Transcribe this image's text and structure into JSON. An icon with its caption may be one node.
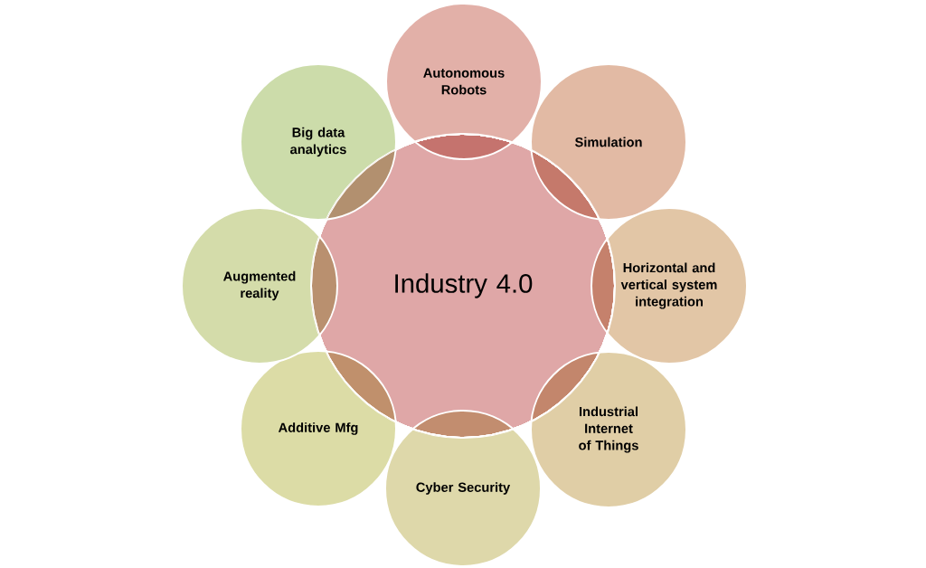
{
  "diagram": {
    "nodes": [
      {
        "text": [
          "Industry 4.0"
        ]
      },
      {
        "text": [
          "Autonomous Robots"
        ]
      },
      {
        "text": [
          "Simulation"
        ]
      },
      {
        "text": [
          "Horizontal and vertical system integration"
        ]
      },
      {
        "text": [
          "Industrial Internet of Things"
        ]
      },
      {
        "text": [
          "Cyber Security"
        ]
      },
      {
        "text": [
          "Additive Mfg"
        ]
      },
      {
        "text": [
          "Augmented reality"
        ]
      },
      {
        "text": [
          "Big data analytics"
        ]
      }
    ]
  }
}
